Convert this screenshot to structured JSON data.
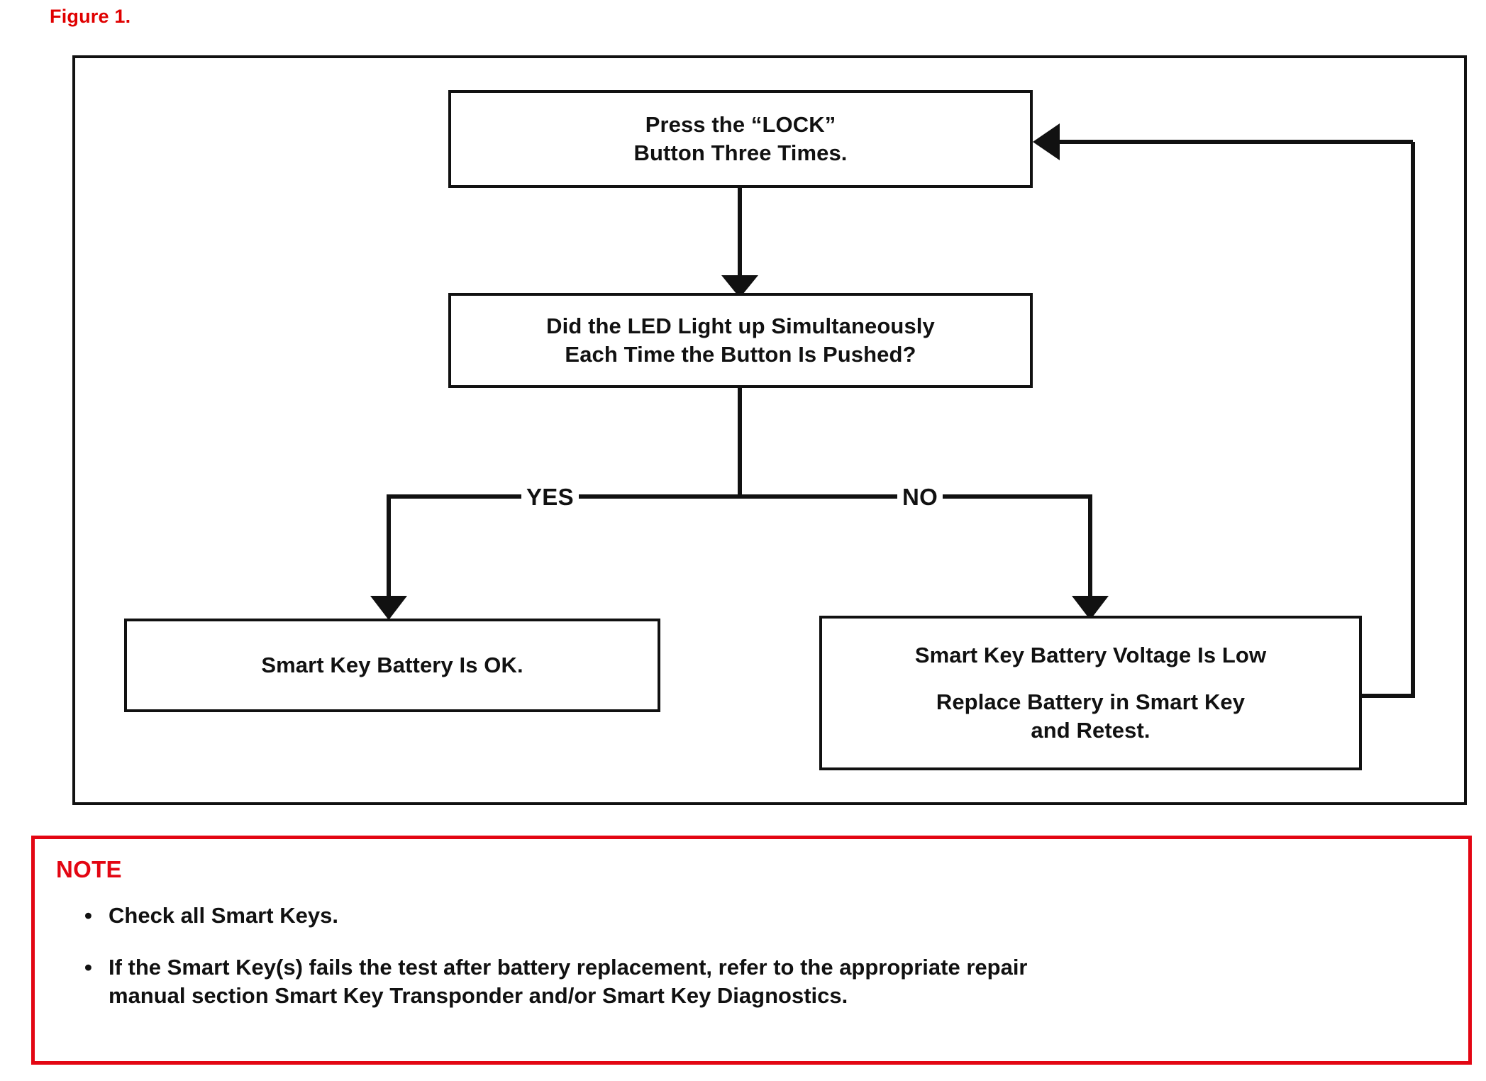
{
  "figure": {
    "caption": "Figure 1.",
    "caption_color": "#e00000"
  },
  "flowchart": {
    "start": {
      "line1": "Press the “LOCK”",
      "line2": "Button Three Times."
    },
    "decision": {
      "line1": "Did the LED Light up Simultaneously",
      "line2": "Each Time the Button Is Pushed?"
    },
    "branches": {
      "yes_label": "YES",
      "no_label": "NO"
    },
    "outcome_yes": {
      "line1": "Smart Key Battery Is OK."
    },
    "outcome_no": {
      "line1": "Smart Key Battery Voltage Is Low",
      "line2": "Replace Battery in Smart Key",
      "line3": "and Retest."
    },
    "line_color": "#111111"
  },
  "note": {
    "heading": "NOTE",
    "heading_color": "#e30613",
    "border_color": "#e30613",
    "bullet_glyph": "•",
    "items": [
      {
        "line1": "Check all Smart Keys."
      },
      {
        "line1": "If the Smart Key(s) fails the test after battery replacement, refer to the appropriate repair",
        "line2": "manual section Smart Key Transponder and/or Smart Key Diagnostics."
      }
    ]
  }
}
